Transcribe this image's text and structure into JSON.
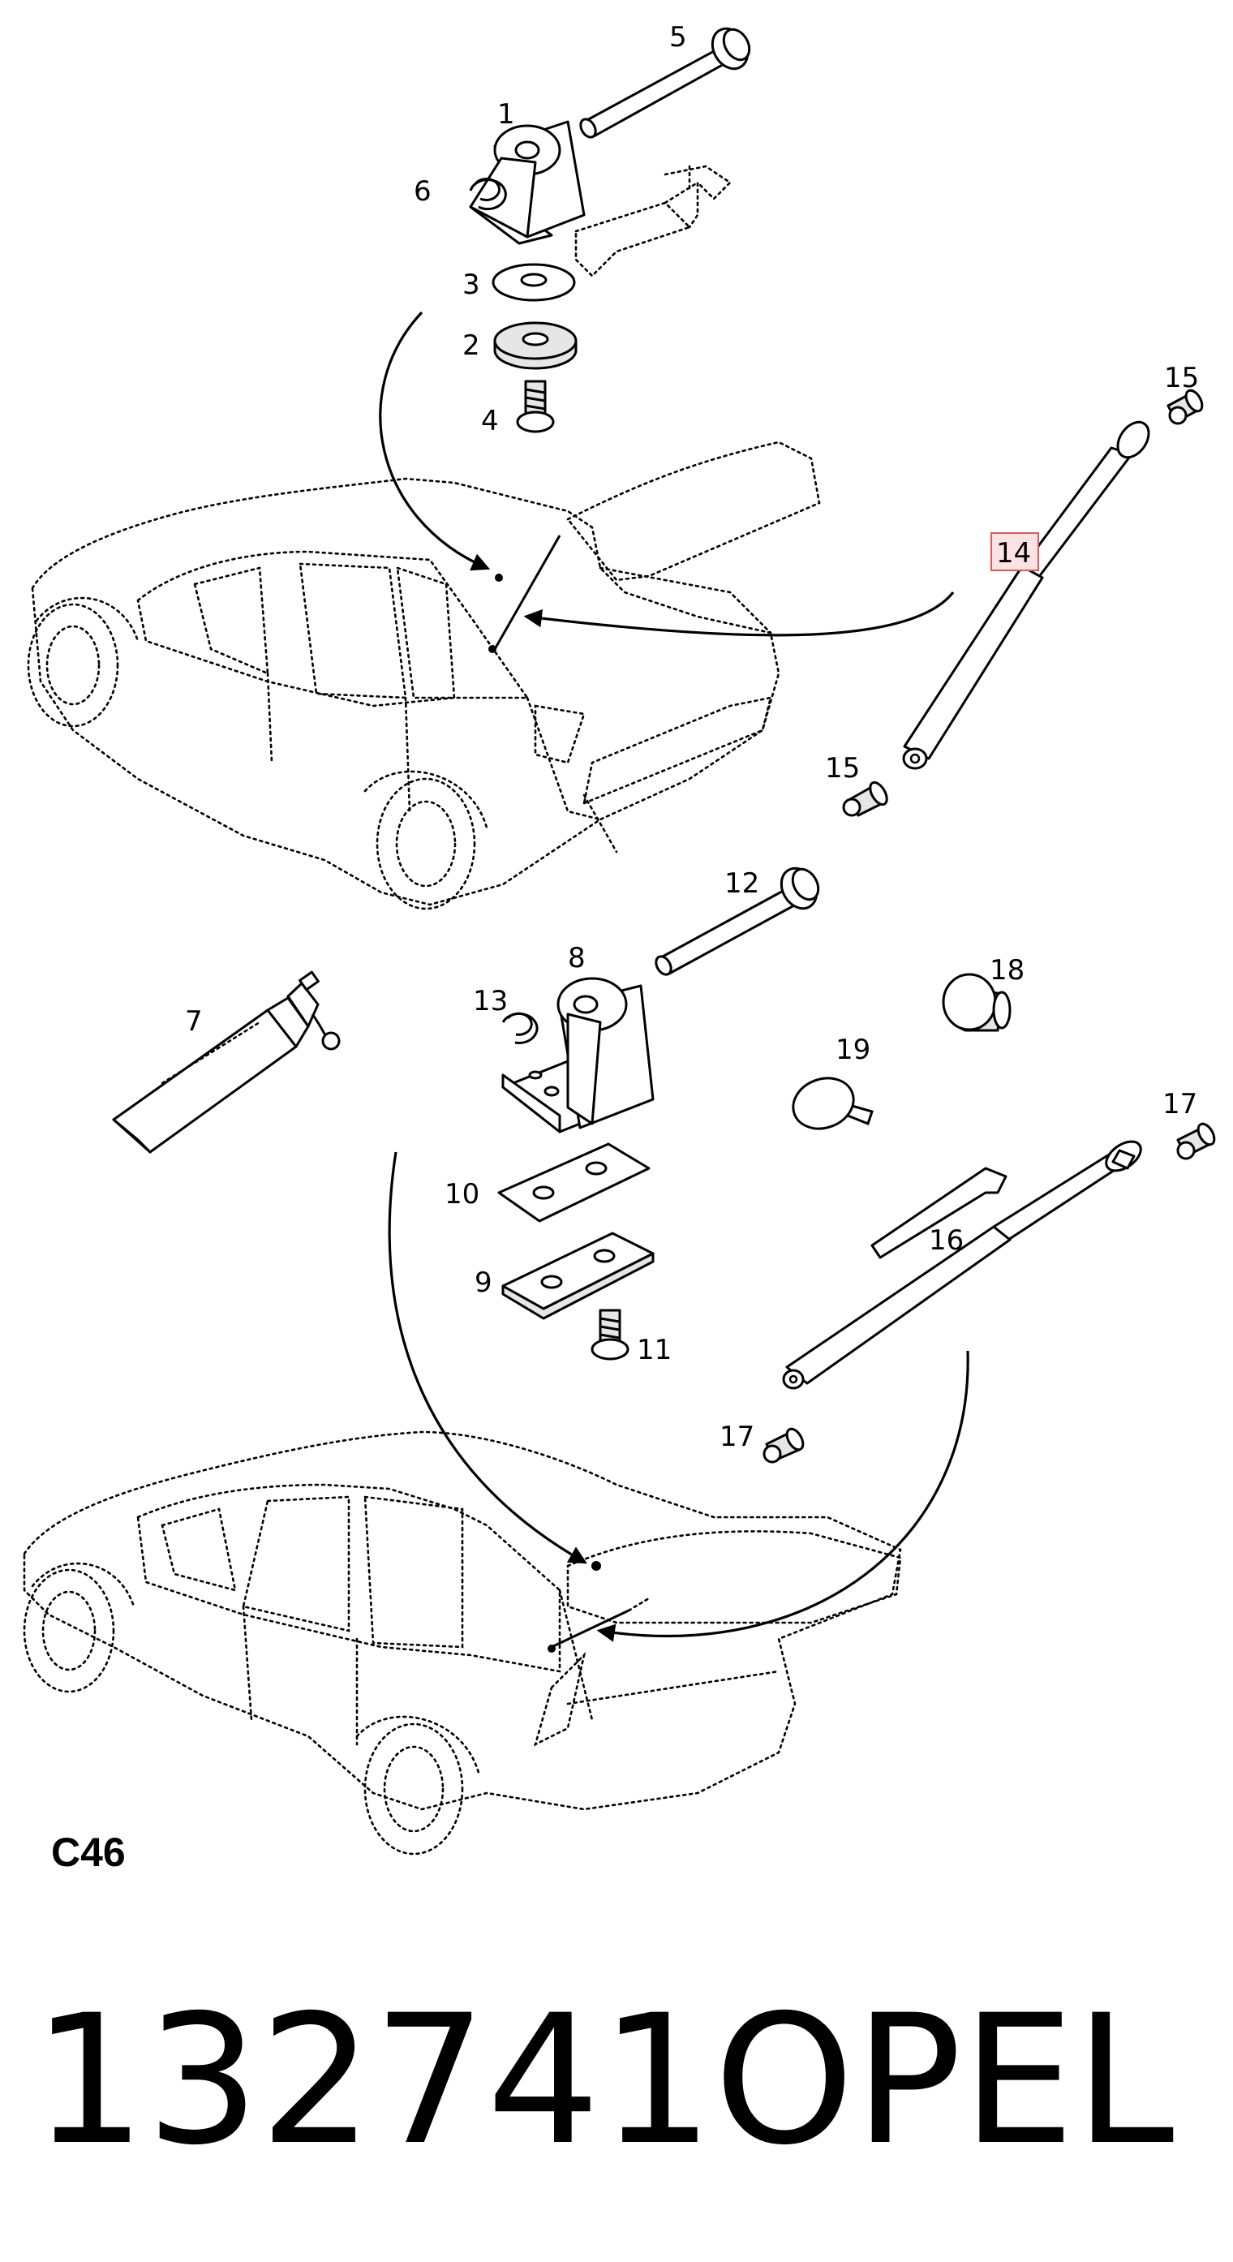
{
  "colors": {
    "highlight_border": "#e0565a",
    "highlight_fill": "#fbe3e4",
    "ink": "#000000"
  },
  "parts": {
    "p1": "1",
    "p2": "2",
    "p3": "3",
    "p4": "4",
    "p5": "5",
    "p6": "6",
    "p7": "7",
    "p8": "8",
    "p9": "9",
    "p10": "10",
    "p11": "11",
    "p12": "12",
    "p13": "13",
    "p14": "14",
    "p15a": "15",
    "p15b": "15",
    "p16": "16",
    "p17a": "17",
    "p17b": "17",
    "p18": "18",
    "p19": "19"
  },
  "diagram_code": "C46",
  "part_number": "132741",
  "brand": "OPEL"
}
